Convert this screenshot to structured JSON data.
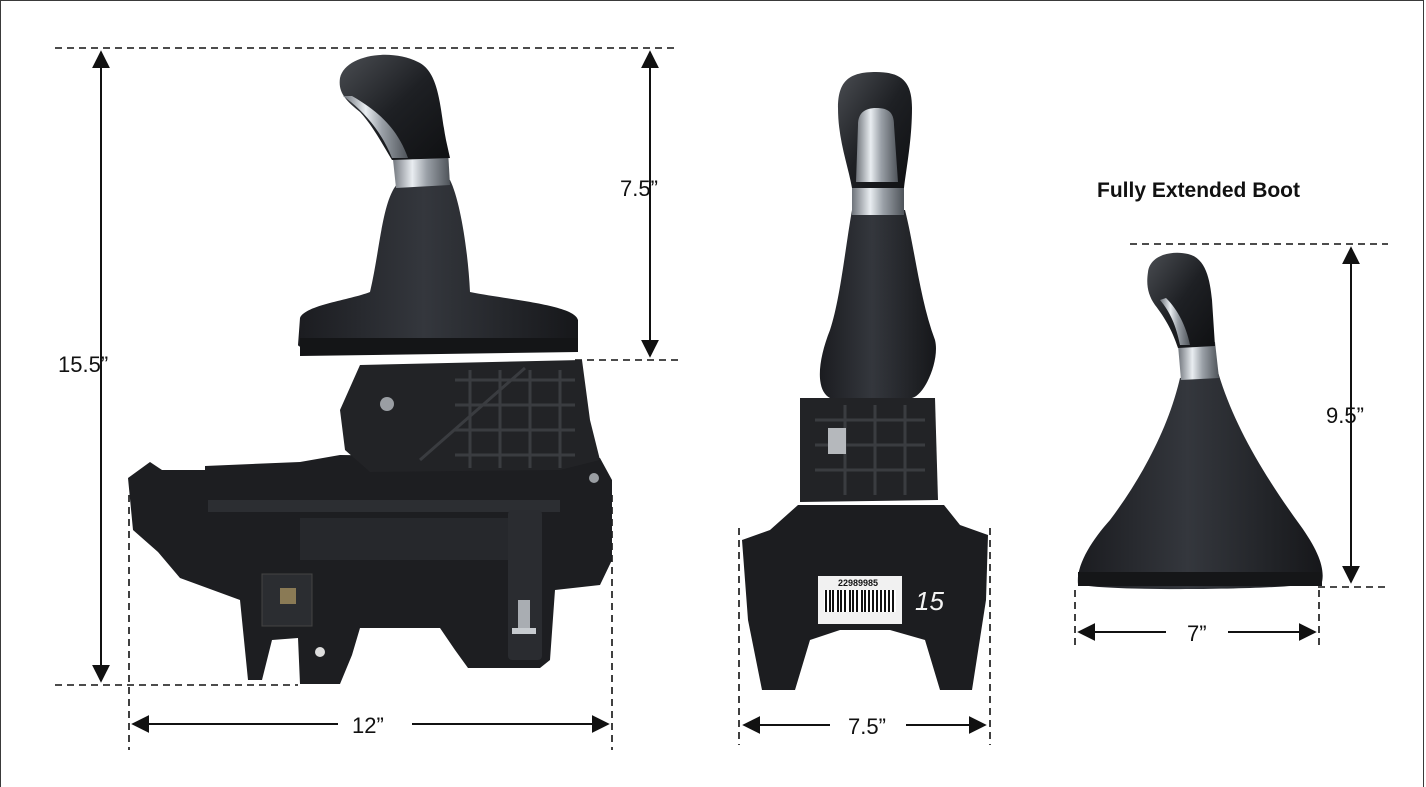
{
  "views": {
    "side": {
      "height_label": "15.5”",
      "upper_label": "7.5”",
      "width_label": "12”"
    },
    "front": {
      "width_label": "7.5”",
      "tag_code": "22989985",
      "handwritten_mark": "15"
    },
    "boot": {
      "title": "Fully Extended Boot",
      "height_label": "9.5”",
      "width_label": "7”"
    }
  },
  "colors": {
    "line": "#111111",
    "housing": "#1c1d1f",
    "leather": "#23252a",
    "chrome": "#b9bec4"
  }
}
